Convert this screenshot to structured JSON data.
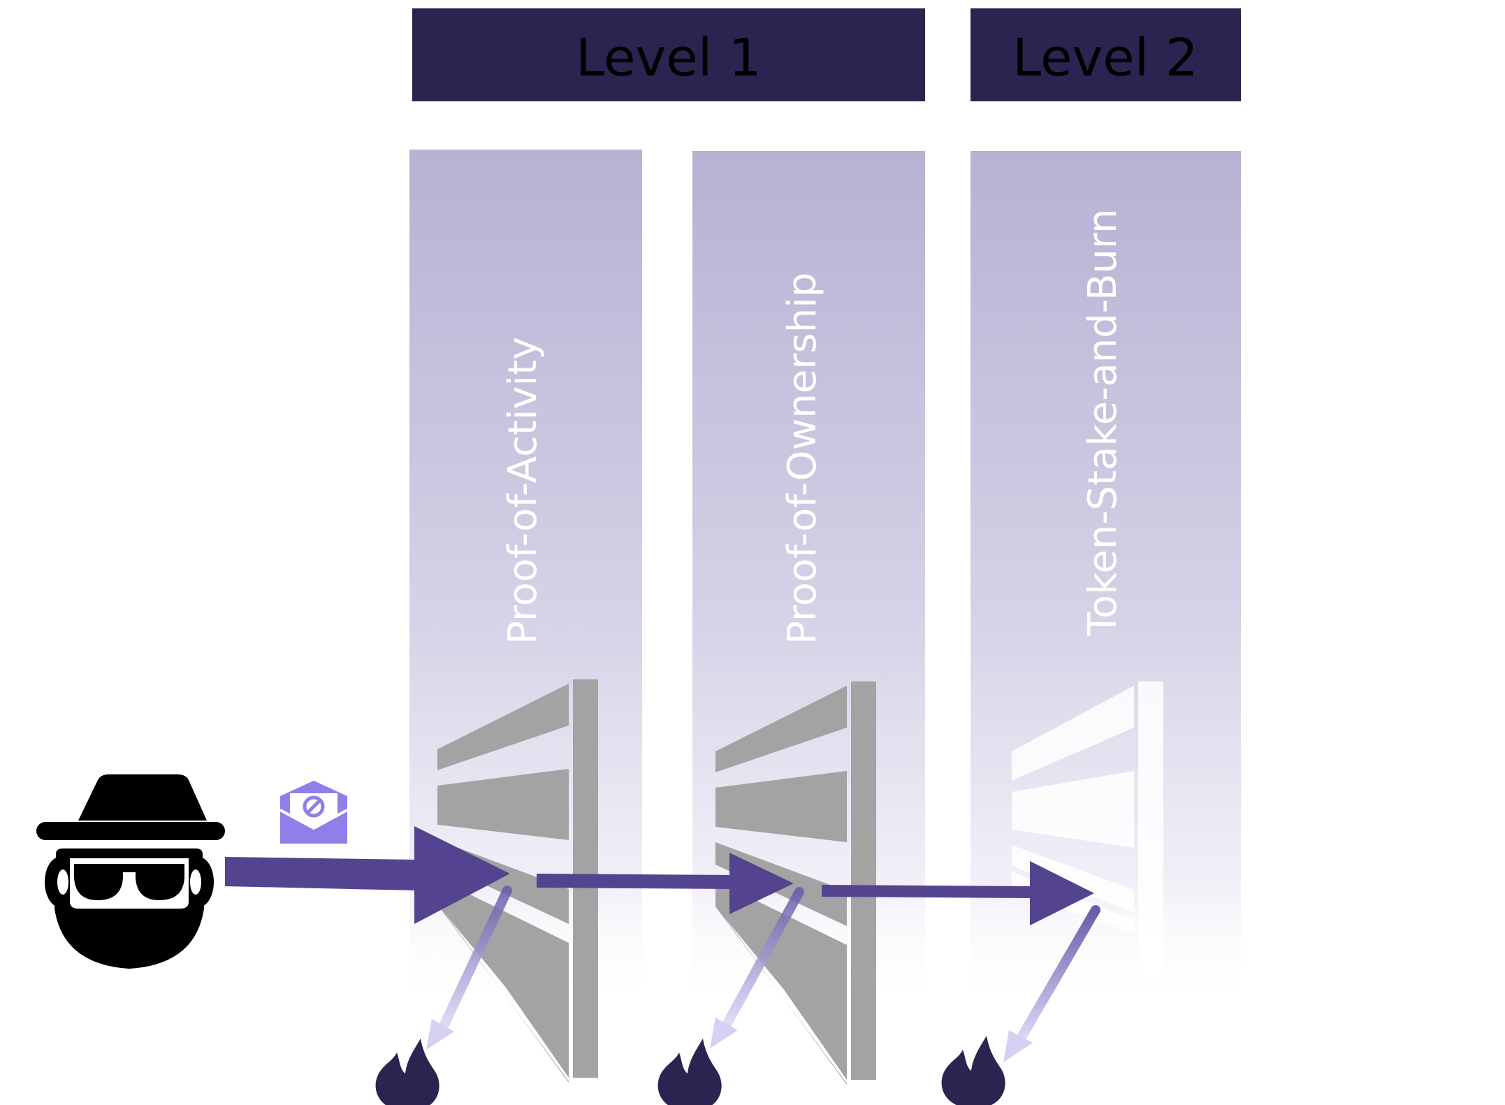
{
  "levels": [
    {
      "label": "Level 1"
    },
    {
      "label": "Level 2"
    }
  ],
  "columns": [
    {
      "label": "Proof-of-Activity"
    },
    {
      "label": "Proof-of-Ownership"
    },
    {
      "label": "Token-Stake-and-Burn"
    }
  ],
  "icons": {
    "attacker": "spy-icon",
    "message": "spam-envelope-icon",
    "burn": "fire-icon"
  },
  "colors": {
    "header": "#2b2450",
    "column_top": "#b7b1d3",
    "arrow": "#54448f",
    "deflect_arrow": "#8c7fc8",
    "envelope": "#8f7fe8",
    "wall": "#a3a3a3",
    "fire": "#2b2450",
    "attacker": "#000000"
  }
}
